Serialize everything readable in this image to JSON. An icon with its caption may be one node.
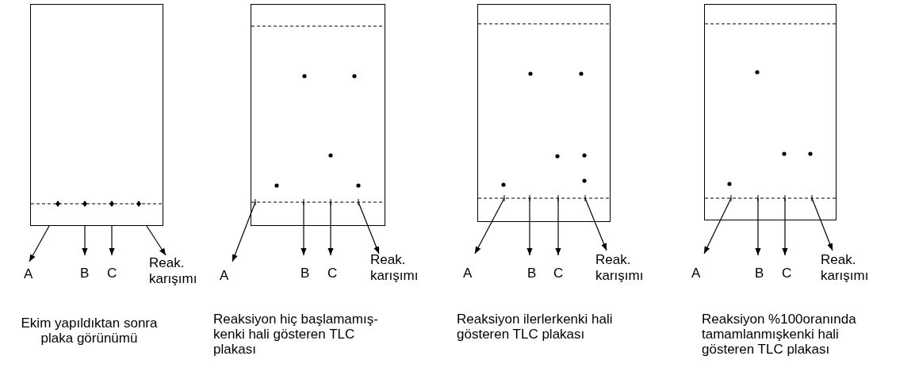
{
  "diagram": {
    "nodes": [
      {
        "text": [],
        "shape": "box"
      },
      {
        "text": [
          "A"
        ]
      },
      {
        "text": [
          "B"
        ]
      },
      {
        "text": [
          "C"
        ]
      },
      {
        "text": [
          "Reak. karışımı"
        ]
      },
      {
        "text": [],
        "shape": "box"
      },
      {
        "text": [
          "A"
        ]
      },
      {
        "text": [
          "B"
        ]
      },
      {
        "text": [
          "C"
        ]
      },
      {
        "text": [
          "Reak. karışımı"
        ]
      },
      {
        "text": [],
        "shape": "box"
      },
      {
        "text": [
          "A"
        ]
      },
      {
        "text": [
          "B"
        ]
      },
      {
        "text": [
          "C"
        ]
      },
      {
        "text": [
          "Reak. karışımı"
        ]
      },
      {
        "text": [],
        "shape": "box"
      },
      {
        "text": [
          "A"
        ]
      },
      {
        "text": [
          "B"
        ]
      },
      {
        "text": [
          "C"
        ]
      },
      {
        "text": [
          "Reak. karışımı"
        ]
      }
    ],
    "edges": [
      {
        "from": 0,
        "to": 1,
        "arrow": "to"
      },
      {
        "from": 0,
        "to": 2,
        "arrow": "to"
      },
      {
        "from": 0,
        "to": 3,
        "arrow": "to"
      },
      {
        "from": 0,
        "to": 4,
        "arrow": "to"
      },
      {
        "from": 5,
        "to": 6,
        "arrow": "to"
      },
      {
        "from": 5,
        "to": 7,
        "arrow": "to"
      },
      {
        "from": 5,
        "to": 8,
        "arrow": "to"
      },
      {
        "from": 5,
        "to": 9,
        "arrow": "to"
      },
      {
        "from": 10,
        "to": 11,
        "arrow": "to"
      },
      {
        "from": 10,
        "to": 12,
        "arrow": "to"
      },
      {
        "from": 10,
        "to": 13,
        "arrow": "to"
      },
      {
        "from": 10,
        "to": 14,
        "arrow": "to"
      },
      {
        "from": 15,
        "to": 16,
        "arrow": "to"
      },
      {
        "from": 15,
        "to": 17,
        "arrow": "to"
      },
      {
        "from": 15,
        "to": 18,
        "arrow": "to"
      },
      {
        "from": 15,
        "to": 19,
        "arrow": "to"
      }
    ],
    "labels": [
      "Ekim yapıldıktan sonra plaka görünümü",
      "Reaksiyon hiç başlamamış-kenki hali gösteren TLC plakası",
      "Reaksiyon ilerlerkenki hali gösteren TLC plakası",
      "Reaksiyon %100oranında tamamlanmışkenki hali gösteren TLC plakası"
    ]
  }
}
